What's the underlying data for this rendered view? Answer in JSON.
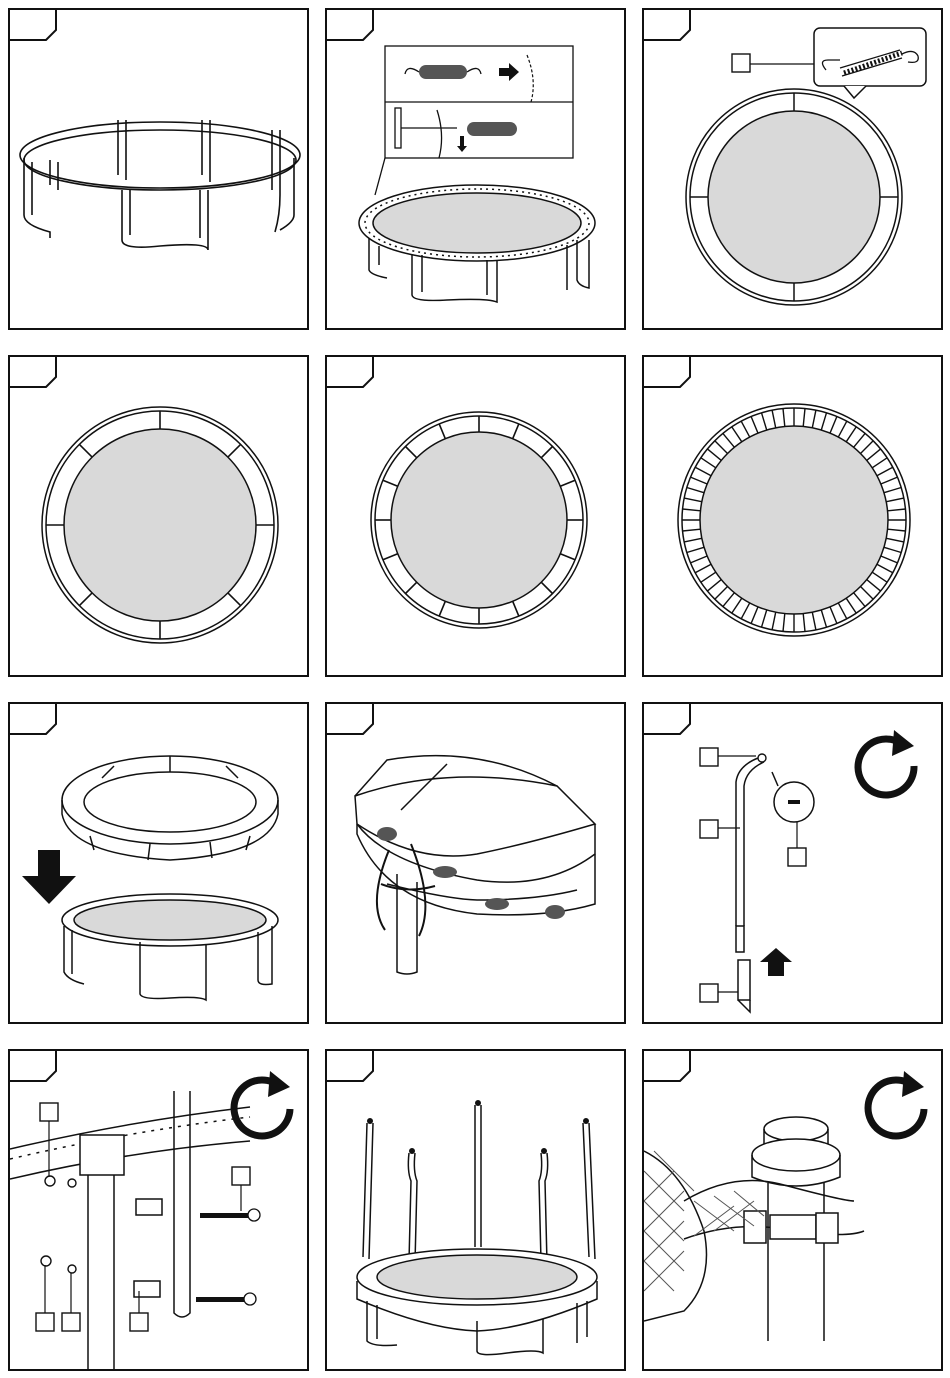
{
  "page": {
    "background": "#ffffff",
    "ink": "#111111",
    "mat_fill": "#d9d9d9"
  },
  "panels": [
    {
      "id": 1,
      "content": "frame-assembly-illustration"
    },
    {
      "id": 2,
      "content": "spring-attach-illustration"
    },
    {
      "id": 3,
      "content": "spring-detail-top-view"
    },
    {
      "id": 4,
      "content": "springs-quarter-top-view"
    },
    {
      "id": 5,
      "content": "springs-eighth-top-view"
    },
    {
      "id": 6,
      "content": "springs-all-top-view"
    },
    {
      "id": 7,
      "content": "pad-placement-illustration"
    },
    {
      "id": 8,
      "content": "pad-ties-illustration"
    },
    {
      "id": 9,
      "content": "pole-assembly-illustration"
    },
    {
      "id": 10,
      "content": "pole-bolting-illustration"
    },
    {
      "id": 11,
      "content": "poles-upright-illustration"
    },
    {
      "id": 12,
      "content": "net-buckle-illustration"
    }
  ],
  "icons": {
    "rotate": "clockwise-rotate-icon",
    "arrow_down": "down-arrow-icon",
    "arrow_up": "up-arrow-icon",
    "arrow_right": "right-arrow-icon"
  }
}
